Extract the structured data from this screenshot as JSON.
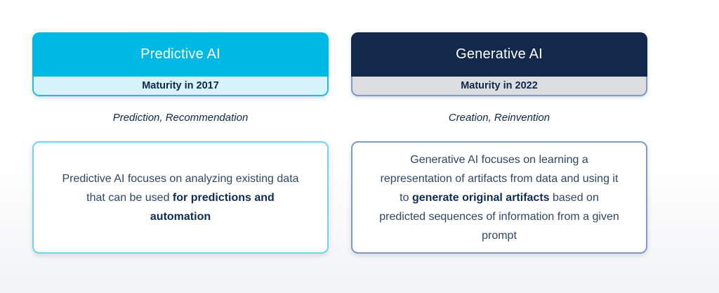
{
  "colors": {
    "header_text": "#FFFFFF",
    "navy_text": "#0D274D",
    "body_text": "#2F4668",
    "body_bold_text": "#112C55",
    "predictive_header_bg": "#00B8E4",
    "predictive_sub_bg": "#D7F3FB",
    "predictive_sub_border": "#21BCE6",
    "predictive_box_border": "#6FD4EE",
    "generative_header_bg": "#13294B",
    "generative_sub_bg": "#DBDDE0",
    "generative_sub_border": "#7D9CC8",
    "generative_box_border": "#7D9CC8"
  },
  "columns": [
    {
      "title": "Predictive AI",
      "maturity_label": "Maturity in 2017",
      "tagline": "Prediction, Recommendation",
      "body_segments": [
        {
          "text": "Predictive AI focuses on analyzing existing data that can be used ",
          "bold": false
        },
        {
          "text": "for predictions and automation",
          "bold": true
        }
      ]
    },
    {
      "title": "Generative AI",
      "maturity_label": "Maturity in 2022",
      "tagline": "Creation, Reinvention",
      "body_segments": [
        {
          "text": "Generative AI focuses on learning a representation of artifacts from data and using it to ",
          "bold": false
        },
        {
          "text": "generate original artifacts",
          "bold": true
        },
        {
          "text": " based on predicted sequences of information from a given prompt",
          "bold": false
        }
      ]
    }
  ]
}
